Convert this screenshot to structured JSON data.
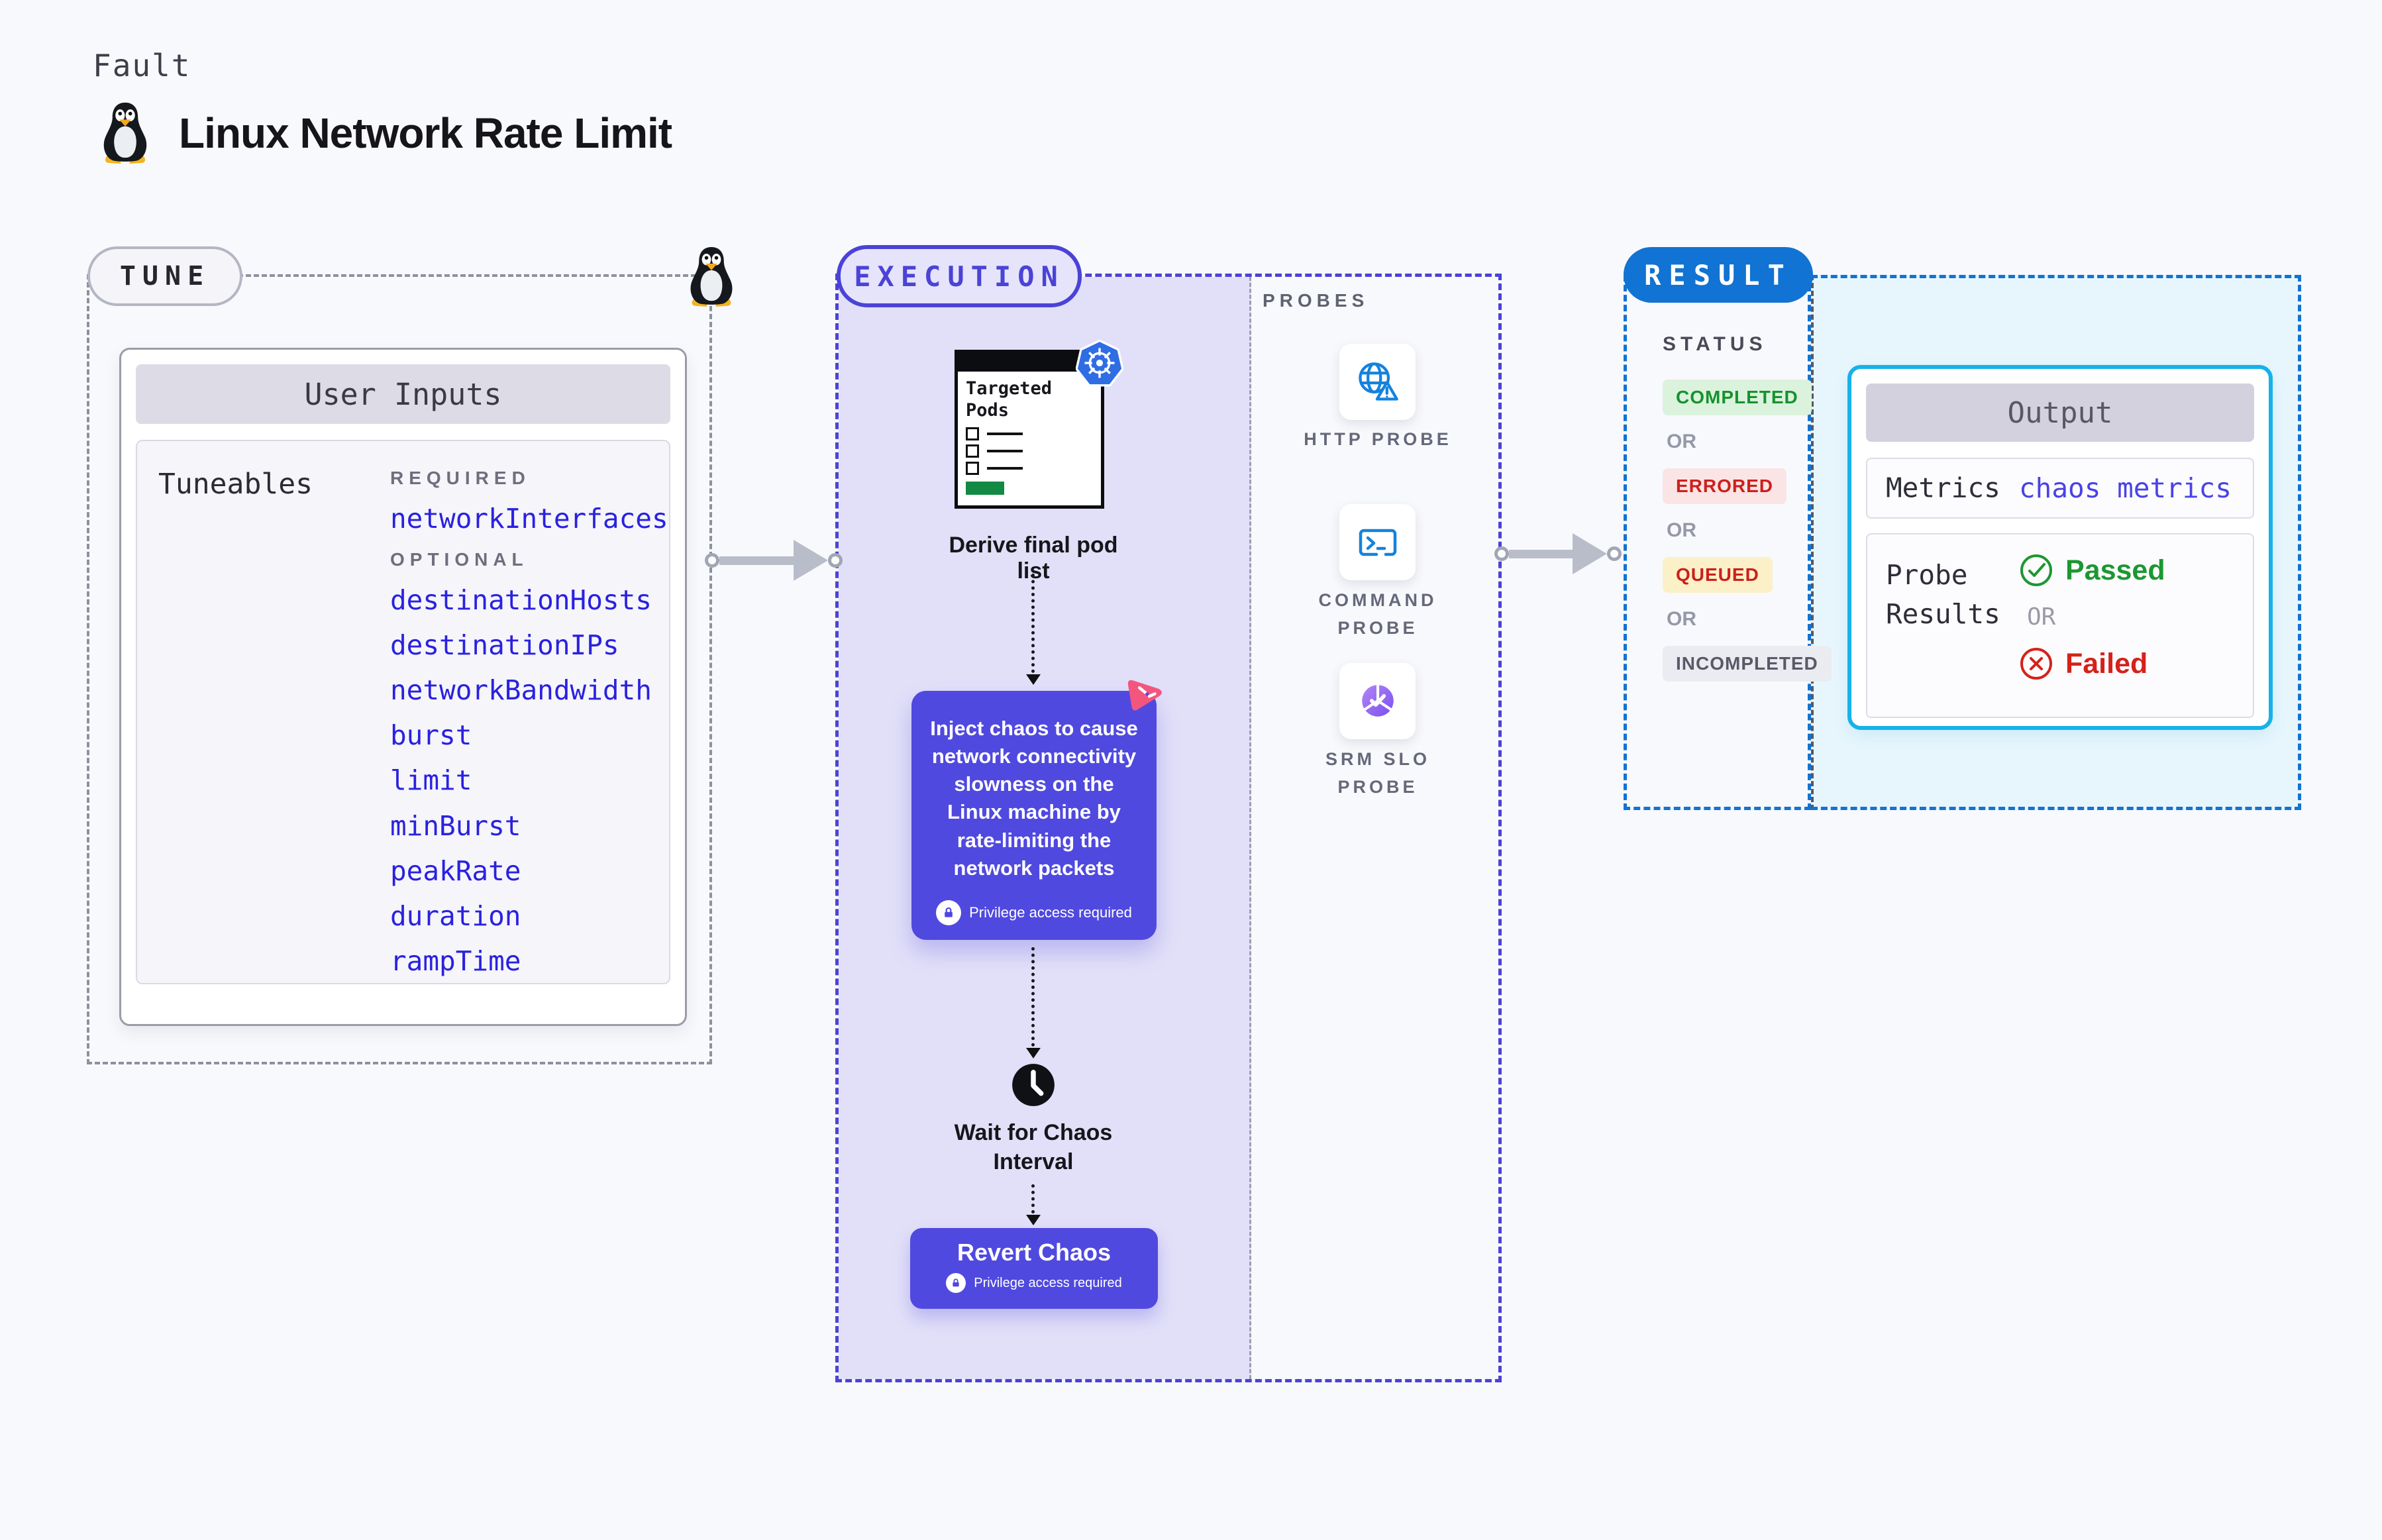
{
  "page": {
    "kicker": "Fault",
    "title": "Linux Network Rate Limit"
  },
  "tune": {
    "label": "TUNE",
    "card_header": "User Inputs",
    "rows_label": "Tuneables",
    "required_label": "REQUIRED",
    "optional_label": "OPTIONAL",
    "required_params": [
      "networkInterfaces"
    ],
    "optional_params": [
      "destinationHosts",
      "destinationIPs",
      "networkBandwidth",
      "burst",
      "limit",
      "minBurst",
      "peakRate",
      "duration",
      "rampTime"
    ]
  },
  "execution": {
    "label": "EXECUTION",
    "targeted_pods_title": "Targeted Pods",
    "derive_caption": "Derive final pod list",
    "inject_text": "Inject chaos to cause network connectivity slowness on the Linux machine by rate-limiting the network packets",
    "privilege_note": "Privilege access required",
    "wait_caption": "Wait for Chaos Interval",
    "revert_label": "Revert Chaos"
  },
  "probes": {
    "label": "PROBES",
    "items": [
      {
        "label": "HTTP PROBE",
        "icon": "globe-alert-icon"
      },
      {
        "label": "COMMAND PROBE",
        "icon": "terminal-icon"
      },
      {
        "label": "SRM SLO PROBE",
        "icon": "slo-gauge-icon"
      }
    ]
  },
  "result": {
    "label": "RESULT",
    "status_label": "STATUS",
    "or_label": "OR",
    "statuses": [
      {
        "label": "COMPLETED",
        "fg": "#17922e",
        "bg": "#dbf2dd"
      },
      {
        "label": "ERRORED",
        "fg": "#cb201b",
        "bg": "#fbe4e5"
      },
      {
        "label": "QUEUED",
        "fg": "#cb201b",
        "bg": "#fcf0c9"
      },
      {
        "label": "INCOMPLETED",
        "fg": "#595a68",
        "bg": "#ebebf2"
      }
    ],
    "output": {
      "header": "Output",
      "metrics_label": "Metrics",
      "metrics_value": "chaos metrics",
      "probe_results_label": "Probe Results",
      "passed_label": "Passed",
      "or_label": "OR",
      "failed_label": "Failed"
    }
  },
  "colors": {
    "accent_indigo": "#4f46e5",
    "execution_fill": "#e2e0f8",
    "result_blue": "#1173d3",
    "output_border": "#16b2e9",
    "passed_green": "#1d9732",
    "failed_red": "#d5211a",
    "param_link_blue": "#2a21df",
    "chaos_pink": "#f4557f",
    "k8s_blue": "#2f6de5",
    "probe_icon_blue": "#1482dd",
    "targeted_green": "#138a44",
    "page_bg": "#f8f9fc"
  }
}
